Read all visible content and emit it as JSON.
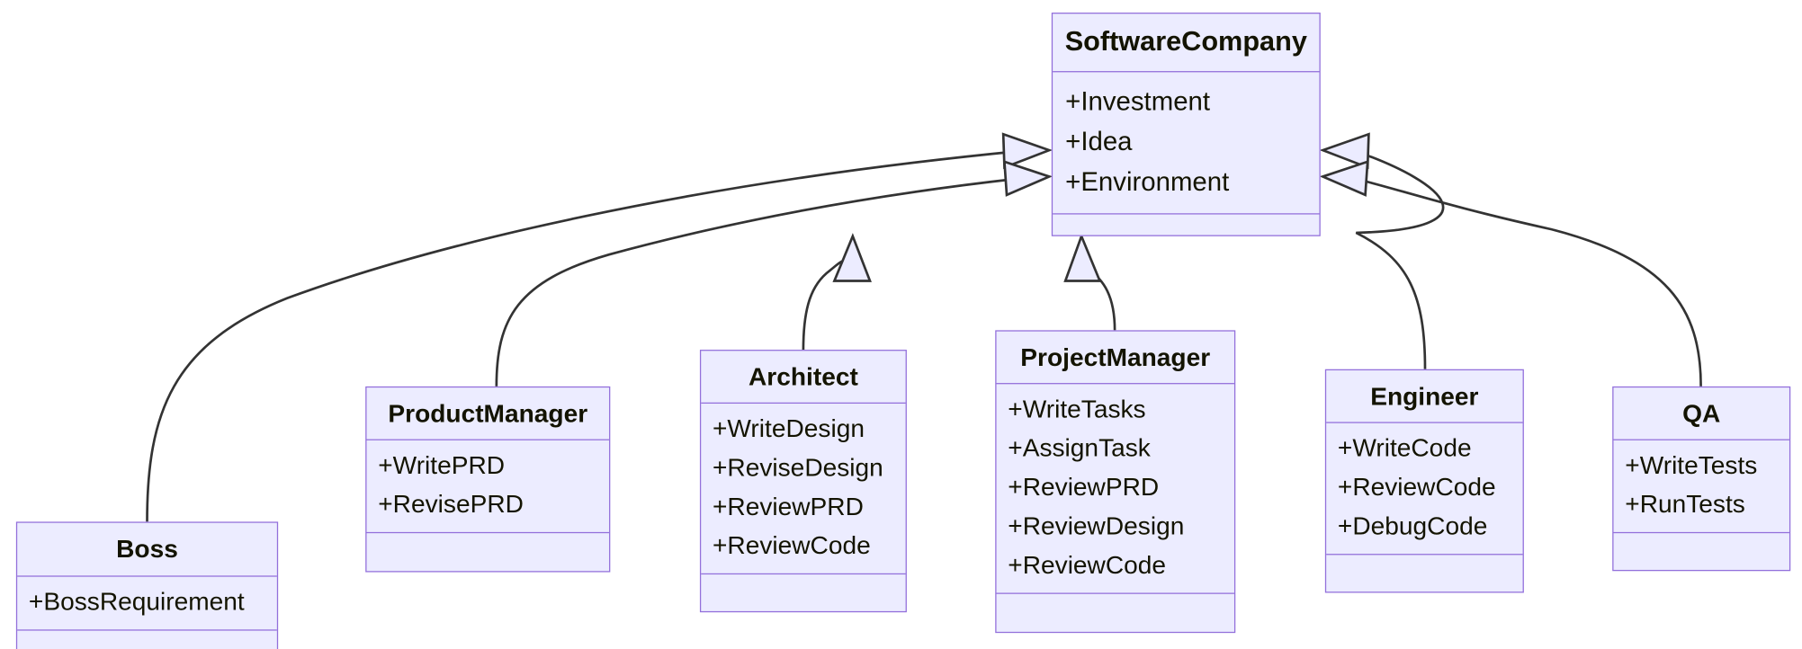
{
  "diagram": {
    "kind": "uml-class-diagram",
    "colors": {
      "node_fill": "#ECECFF",
      "node_border": "#9370DB",
      "edge_line": "#333333",
      "text": "#131300",
      "background": "#FFFFFF"
    },
    "classes": [
      {
        "id": "softwarecompany",
        "name": "SoftwareCompany",
        "members": [
          "+Investment",
          "+Idea",
          "+Environment"
        ],
        "methods": []
      },
      {
        "id": "boss",
        "name": "Boss",
        "members": [
          "+BossRequirement"
        ],
        "methods": []
      },
      {
        "id": "productmanager",
        "name": "ProductManager",
        "members": [
          "+WritePRD",
          "+RevisePRD"
        ],
        "methods": []
      },
      {
        "id": "architect",
        "name": "Architect",
        "members": [
          "+WriteDesign",
          "+ReviseDesign",
          "+ReviewPRD",
          "+ReviewCode"
        ],
        "methods": []
      },
      {
        "id": "projectmanager",
        "name": "ProjectManager",
        "members": [
          "+WriteTasks",
          "+AssignTask",
          "+ReviewPRD",
          "+ReviewDesign",
          "+ReviewCode"
        ],
        "methods": []
      },
      {
        "id": "engineer",
        "name": "Engineer",
        "members": [
          "+WriteCode",
          "+ReviewCode",
          "+DebugCode"
        ],
        "methods": []
      },
      {
        "id": "qa",
        "name": "QA",
        "members": [
          "+WriteTests",
          "+RunTests"
        ],
        "methods": []
      }
    ],
    "relations": [
      {
        "from": "boss",
        "to": "softwarecompany",
        "type": "inheritance",
        "marker": "hollow-triangle",
        "label": ""
      },
      {
        "from": "productmanager",
        "to": "softwarecompany",
        "type": "inheritance",
        "marker": "hollow-triangle",
        "label": ""
      },
      {
        "from": "architect",
        "to": "softwarecompany",
        "type": "inheritance",
        "marker": "hollow-triangle",
        "label": ""
      },
      {
        "from": "projectmanager",
        "to": "softwarecompany",
        "type": "inheritance",
        "marker": "hollow-triangle",
        "label": ""
      },
      {
        "from": "engineer",
        "to": "softwarecompany",
        "type": "inheritance",
        "marker": "hollow-triangle",
        "label": ""
      },
      {
        "from": "qa",
        "to": "softwarecompany",
        "type": "inheritance",
        "marker": "hollow-triangle",
        "label": ""
      }
    ]
  }
}
